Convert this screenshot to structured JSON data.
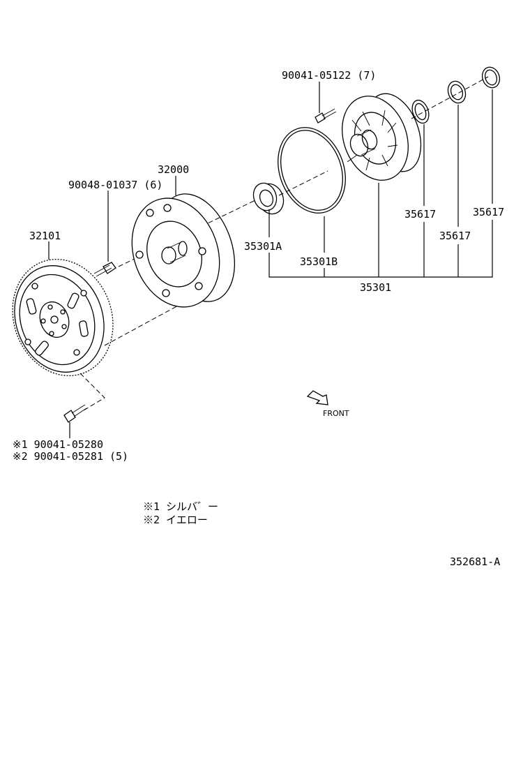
{
  "parts": {
    "bolt_pump": "90041-05122 (7)",
    "torque_converter": "32000",
    "bolt_converter": "90048-01037 (6)",
    "drive_plate": "32101",
    "oil_seal": "35301A",
    "o_ring": "35301B",
    "pump_assy": "35301",
    "ring_1": "35617",
    "ring_2": "35617",
    "ring_3": "35617"
  },
  "bolt_notes": {
    "line1": "※1 90041-05280",
    "line2": "※2 90041-05281 (5)"
  },
  "legend": {
    "line1": "※1 シルバ゛ー",
    "line2": "※2 イエロー"
  },
  "front_label": "FRONT",
  "diagram_id": "352681-A"
}
